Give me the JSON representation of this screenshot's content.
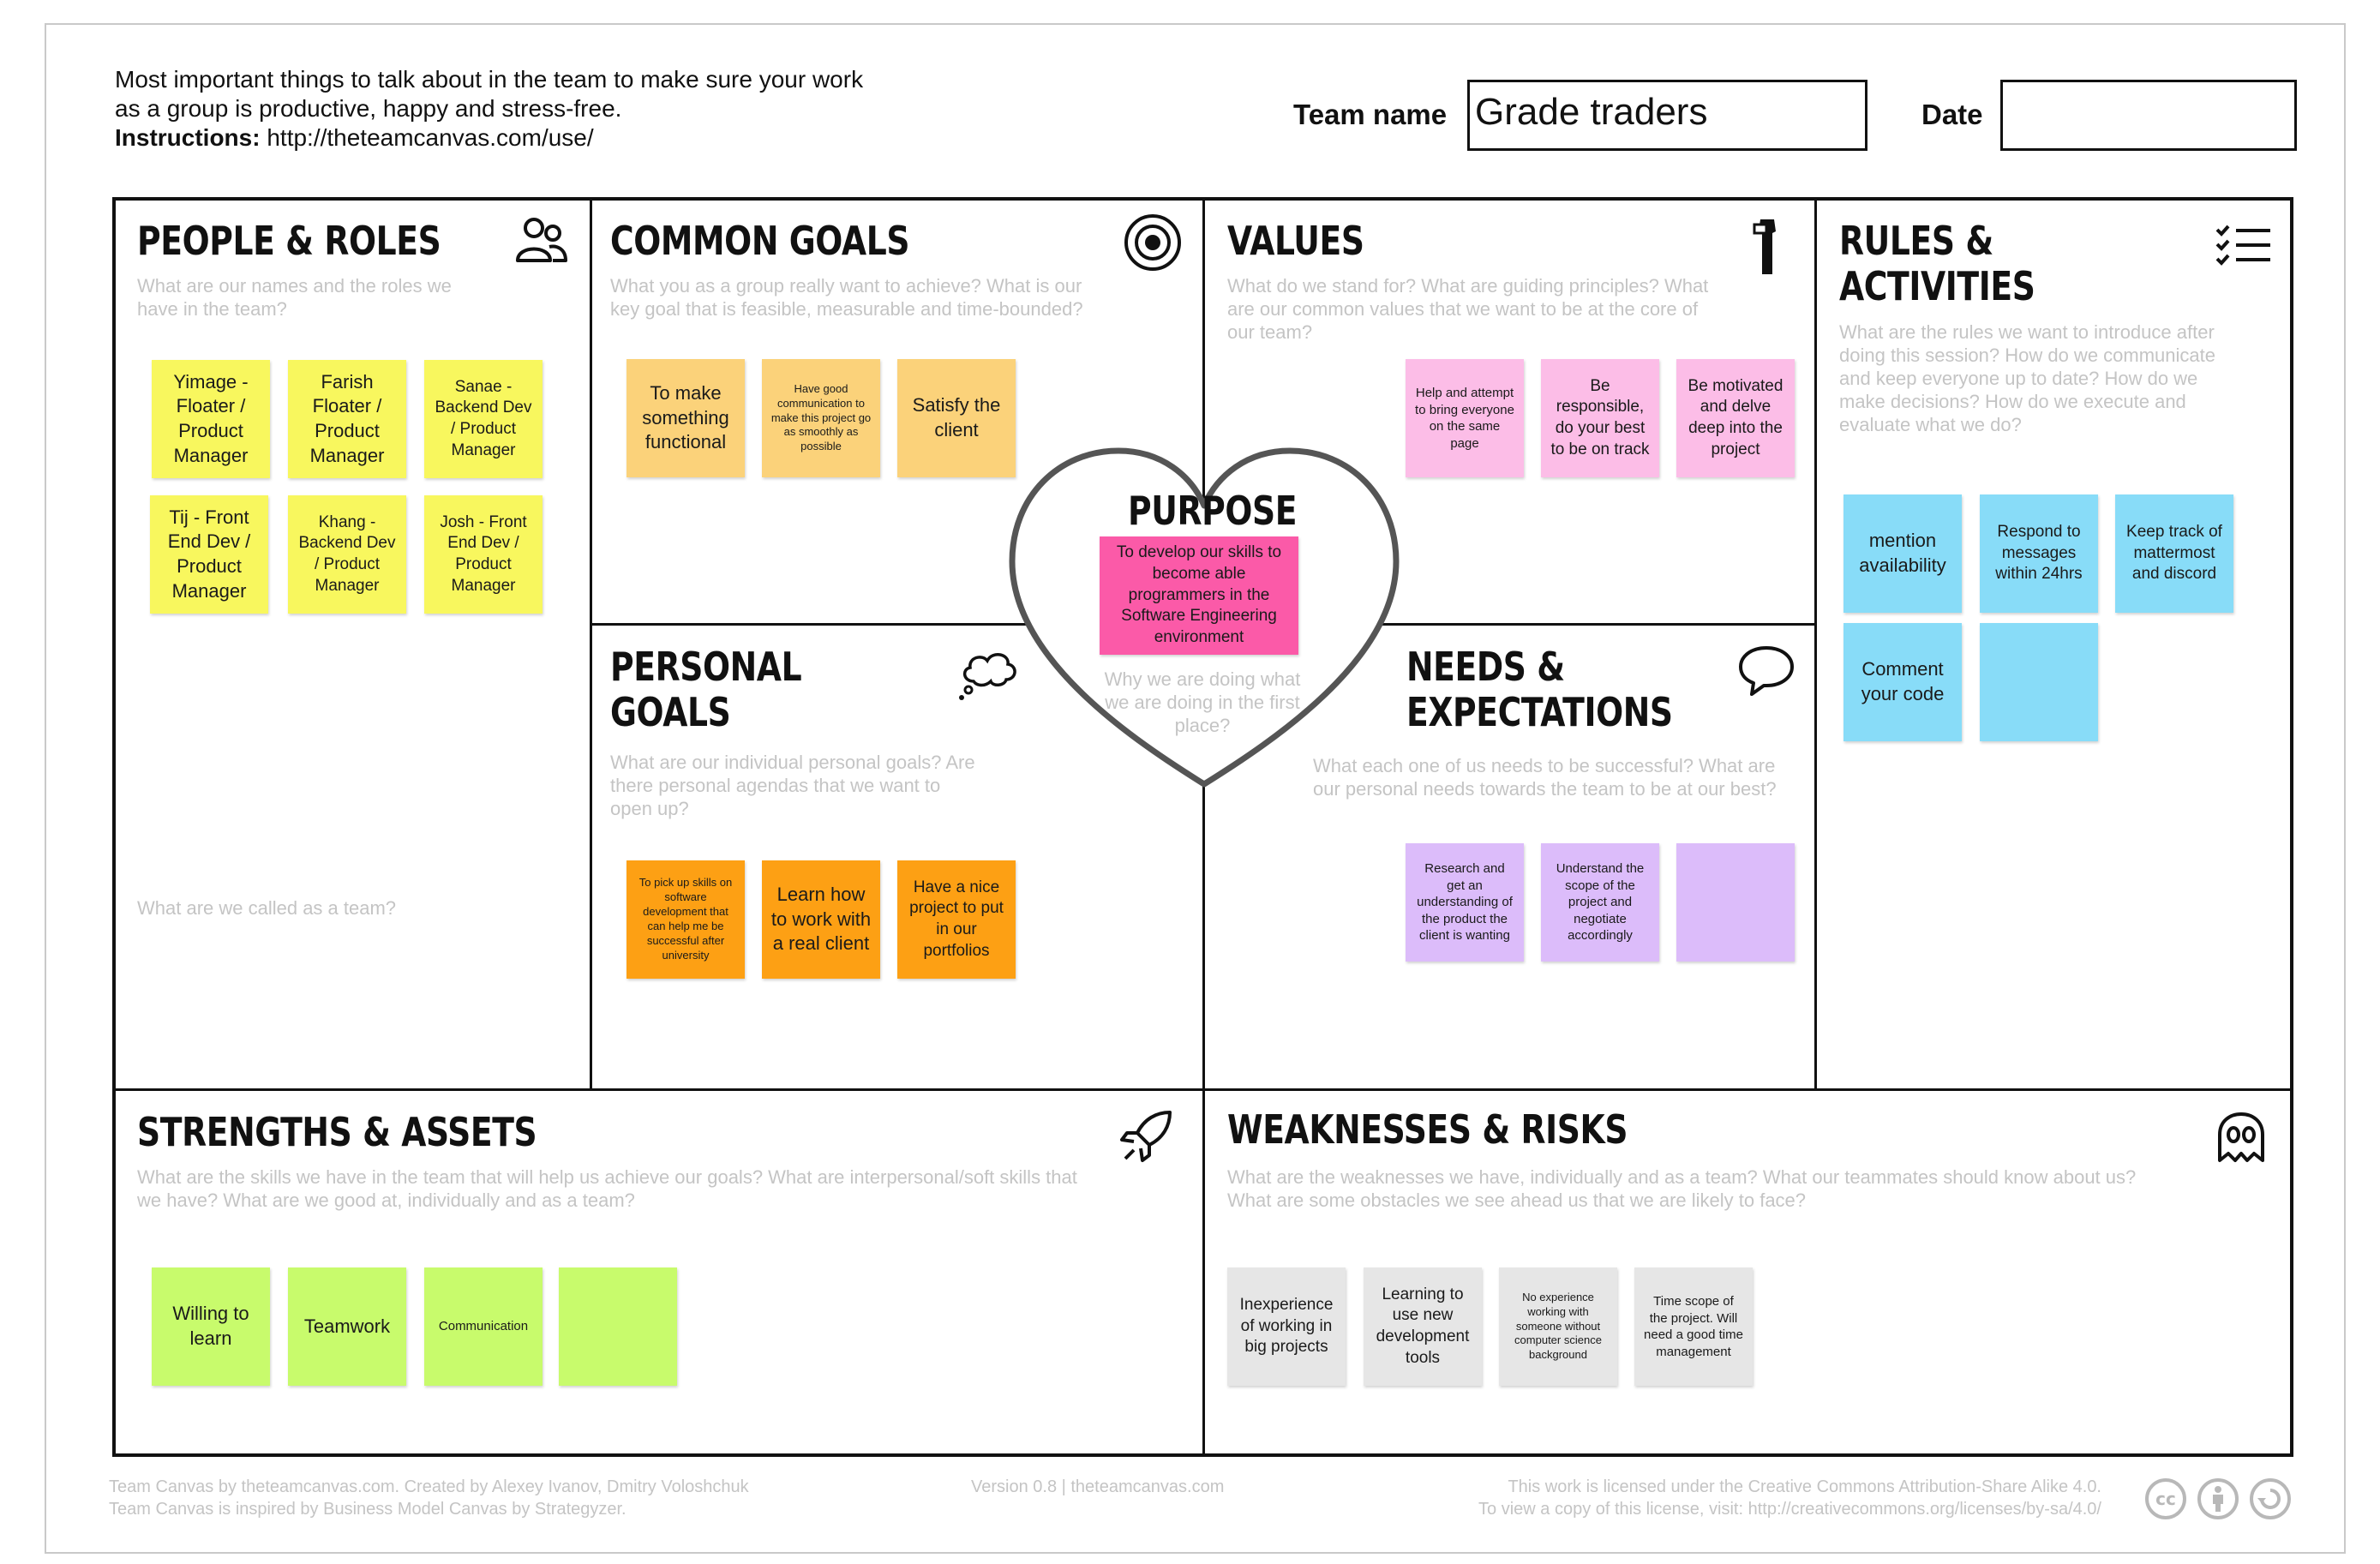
{
  "intro": {
    "line1": "Most important things to talk about in the team to make sure your work",
    "line2": "as a group is productive, happy and stress-free.",
    "instructions_label": "Instructions:",
    "instructions_url": " http://theteamcanvas.com/use/"
  },
  "header": {
    "team_name_label": "Team name",
    "team_name_value": "Grade traders",
    "date_label": "Date",
    "date_value": ""
  },
  "sections": {
    "people_roles": {
      "title": "PEOPLE & ROLES",
      "question": "What are our names and the roles we have in the team?",
      "bottom_question": "What are we called as a team?",
      "notes": [
        "Yimage - Floater / Product Manager",
        "Farish Floater / Product Manager",
        "Sanae - Backend Dev / Product Manager",
        "Tij - Front End Dev / Product Manager",
        "Khang - Backend Dev / Product Manager",
        "Josh - Front End Dev / Product Manager"
      ]
    },
    "common_goals": {
      "title": "COMMON GOALS",
      "question": "What you as a group really want to achieve? What is our key goal that is feasible, measurable and time-bounded?",
      "notes": [
        "To make something functional",
        "Have good communication to make this project go as smoothly as possible",
        "Satisfy the client"
      ]
    },
    "values": {
      "title": "VALUES",
      "question": "What do we stand for? What are guiding principles? What are our common values that we want to be at the core of our team?",
      "notes": [
        "Help and attempt to bring everyone on the same page",
        "Be responsible, do your best to be on track",
        "Be motivated and delve deep into the project"
      ]
    },
    "rules_activities": {
      "title_line1": "RULES &",
      "title_line2": "ACTIVITIES",
      "question": "What are the rules we want to introduce after doing this session? How do we communicate and keep everyone up to date? How do we make decisions? How do we execute and evaluate what we do?",
      "notes": [
        "mention availability",
        "Respond to messages within 24hrs",
        "Keep track of mattermost and discord",
        "Comment your code",
        ""
      ]
    },
    "purpose": {
      "title": "PURPOSE",
      "note": "To develop our skills to become able programmers in the Software Engineering environment",
      "question": "Why we are doing what we are doing in the first place?"
    },
    "personal_goals": {
      "title_line1": "PERSONAL",
      "title_line2": "GOALS",
      "question": "What are our individual personal goals? Are there personal agendas that we want to open up?",
      "notes": [
        "To pick up skills on software development that can help me be successful after university",
        "Learn how to work with a real client",
        "Have a nice project to put in our portfolios"
      ]
    },
    "needs_expectations": {
      "title_line1": "NEEDS &",
      "title_line2": "EXPECTATIONS",
      "question": "What each one of us needs to be successful? What are our personal needs towards the team to be at our best?",
      "notes": [
        "Research and get an understanding of the product the client is wanting",
        "Understand the scope of the project and negotiate accordingly",
        ""
      ]
    },
    "strengths_assets": {
      "title": "STRENGTHS & ASSETS",
      "question": "What are the skills we have in the team that will help us achieve our goals? What are interpersonal/soft skills that we have? What are we good at, individually and as a team?",
      "notes": [
        "Willing to learn",
        "Teamwork",
        "Communication",
        ""
      ]
    },
    "weaknesses_risks": {
      "title": "WEAKNESSES & RISKS",
      "question": "What are the weaknesses we have, individually and as a team? What our teammates should know about us? What are some obstacles we see ahead us that we are likely to face?",
      "notes": [
        "Inexperience of working in big projects",
        "Learning to use new development tools",
        "No experience working with someone without computer science background",
        "Time scope of the project. Will need a good time management"
      ]
    }
  },
  "footer": {
    "credit_line1": "Team Canvas by theteamcanvas.com. Created by Alexey Ivanov, Dmitry Voloshchuk",
    "credit_line2": "Team Canvas is inspired by Business Model Canvas by Strategyzer.",
    "version": "Version 0.8  |  theteamcanvas.com",
    "license_line1": "This work is licensed under the Creative Commons Attribution-Share Alike 4.0.",
    "license_line2": "To view a copy of this license, visit: http://creativecommons.org/licenses/by-sa/4.0/",
    "cc_badge": "cc"
  }
}
